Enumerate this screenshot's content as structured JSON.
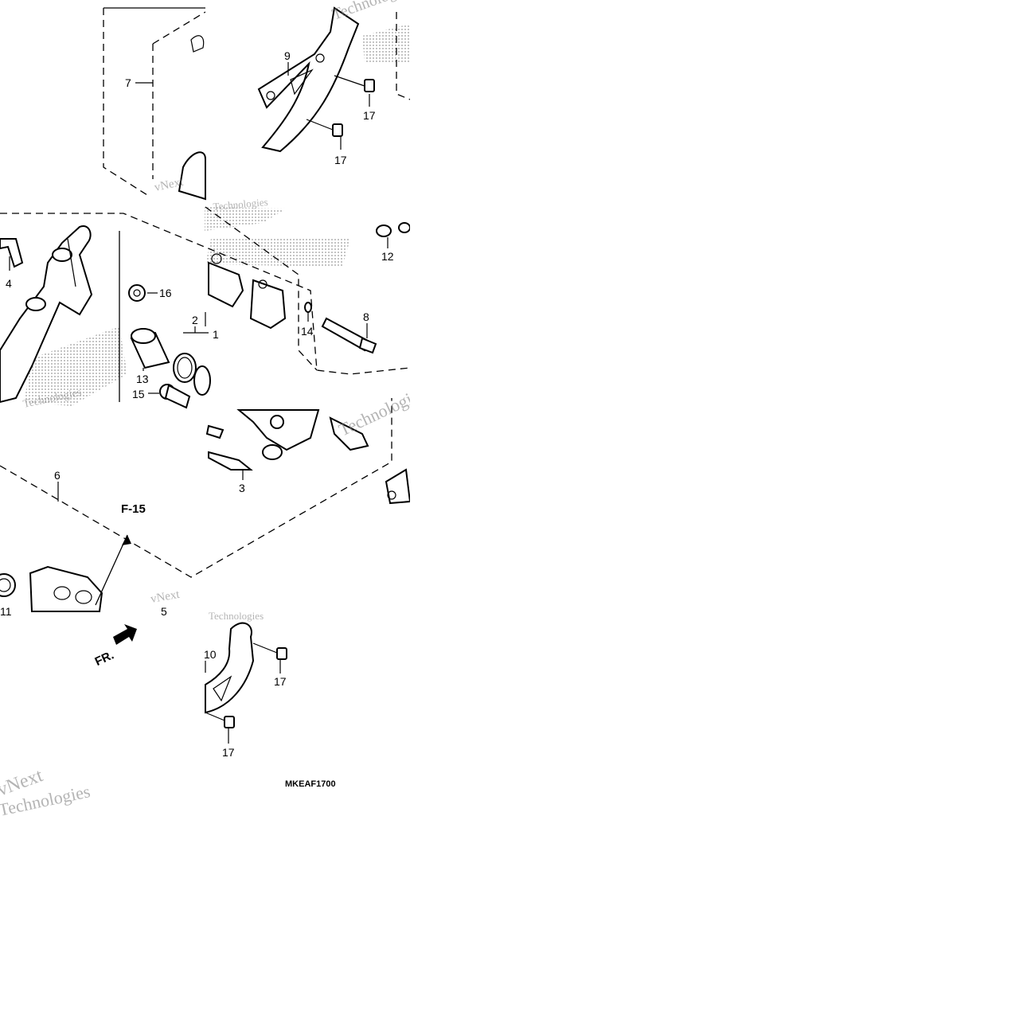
{
  "diagram": {
    "code": "MKEAF1700",
    "ref_label": "F-15",
    "front_label": "FR.",
    "watermark_lines": [
      "vNext",
      "Technologies"
    ],
    "callouts": {
      "c1": "1",
      "c2": "2",
      "c3": "3",
      "c4": "4",
      "c5": "5",
      "c6": "6",
      "c7": "7",
      "c8": "8",
      "c9": "9",
      "c10": "10",
      "c11": "11",
      "c12": "12",
      "c13": "13",
      "c14": "14",
      "c15": "15",
      "c16": "16",
      "c17a": "17",
      "c17b": "17",
      "c17c": "17",
      "c17d": "17"
    }
  }
}
